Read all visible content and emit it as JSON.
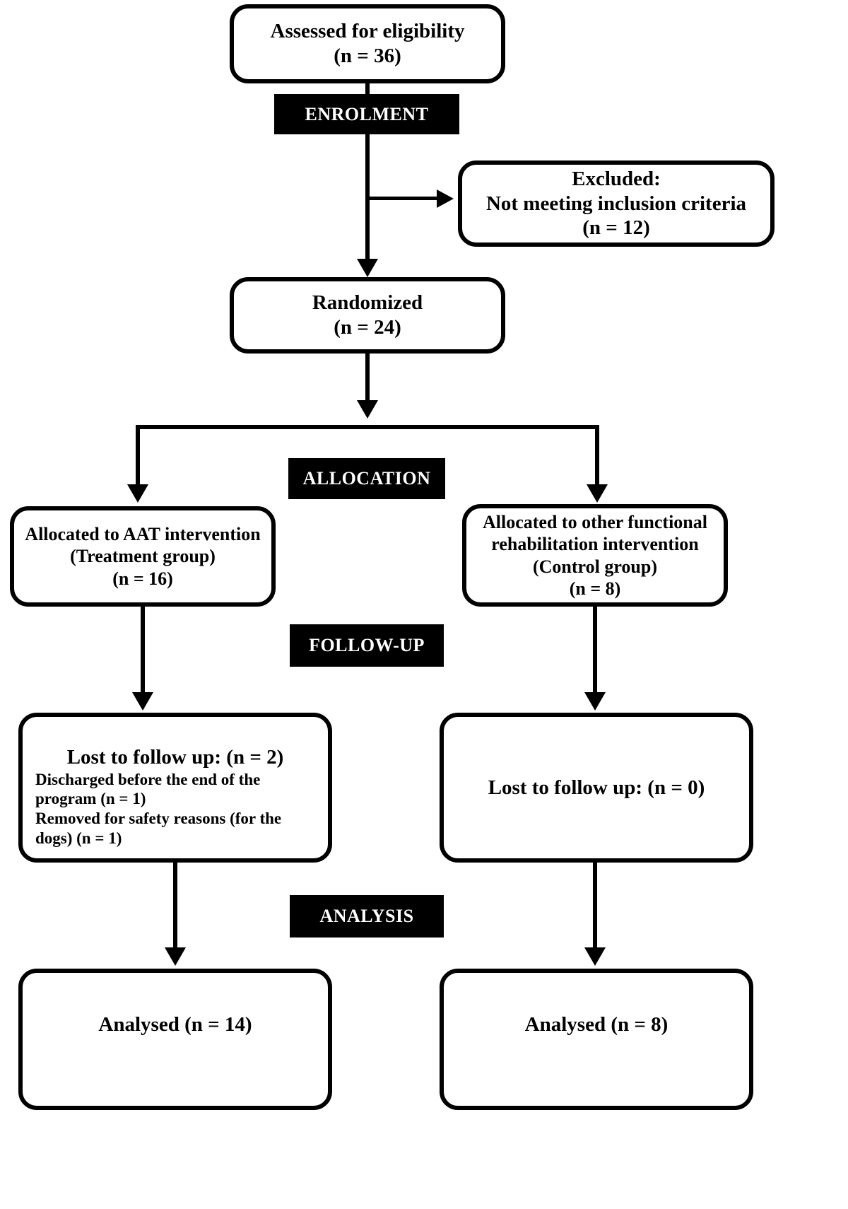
{
  "diagram": {
    "title": "CONSORT participant flow diagram",
    "type": "flowchart"
  },
  "banners": {
    "enrolment": "ENROLMENT",
    "allocation": "ALLOCATION",
    "followup": "FOLLOW-UP",
    "analysis": "ANALYSIS"
  },
  "nodes": {
    "assessed": {
      "line1": "Assessed for eligibility",
      "line2": "(n = 36)"
    },
    "excluded": {
      "line1": "Excluded:",
      "line2": "Not meeting inclusion criteria",
      "line3": "(n = 12)"
    },
    "randomized": {
      "line1": "Randomized",
      "line2": "(n = 24)"
    },
    "allocated_treatment": {
      "line1": "Allocated to AAT intervention",
      "line2": "(Treatment group)",
      "line3": "(n = 16)"
    },
    "allocated_control": {
      "line1": "Allocated to other functional",
      "line2": "rehabilitation intervention",
      "line3": "(Control group)",
      "line4": "(n = 8)"
    },
    "lost_treatment": {
      "heading": "Lost to follow up: (n = 2)",
      "line1": "Discharged before the end of the",
      "line2": "program (n = 1)",
      "line3": "Removed for safety reasons (for the",
      "line4": "dogs) (n = 1)"
    },
    "lost_control": {
      "heading": "Lost to follow up: (n = 0)"
    },
    "analysed_treatment": {
      "line1": "Analysed (n = 14)"
    },
    "analysed_control": {
      "line1": "Analysed (n = 8)"
    }
  },
  "colors": {
    "stroke": "#000000",
    "banner_bg": "#000000",
    "banner_text": "#ffffff",
    "box_bg": "#ffffff"
  }
}
